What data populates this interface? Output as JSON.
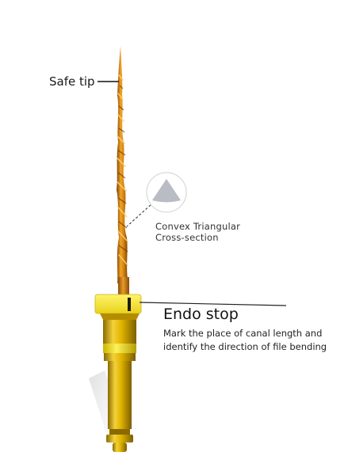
{
  "labels": {
    "safe_tip": "Safe tip",
    "cross_section_line1": "Convex Triangular",
    "cross_section_line2": "Cross-section",
    "endo_stop_title": "Endo stop",
    "endo_stop_desc_line1": "Mark the place of canal length and",
    "endo_stop_desc_line2": "identify the direction of file bending"
  },
  "colors": {
    "file_gold": "#d88a12",
    "file_dark": "#8a4a05",
    "handle_gold": "#e0b400",
    "stop_yellow": "#f6e52a",
    "triangle_grey": "#b9bcc4",
    "line_color": "#222222"
  }
}
